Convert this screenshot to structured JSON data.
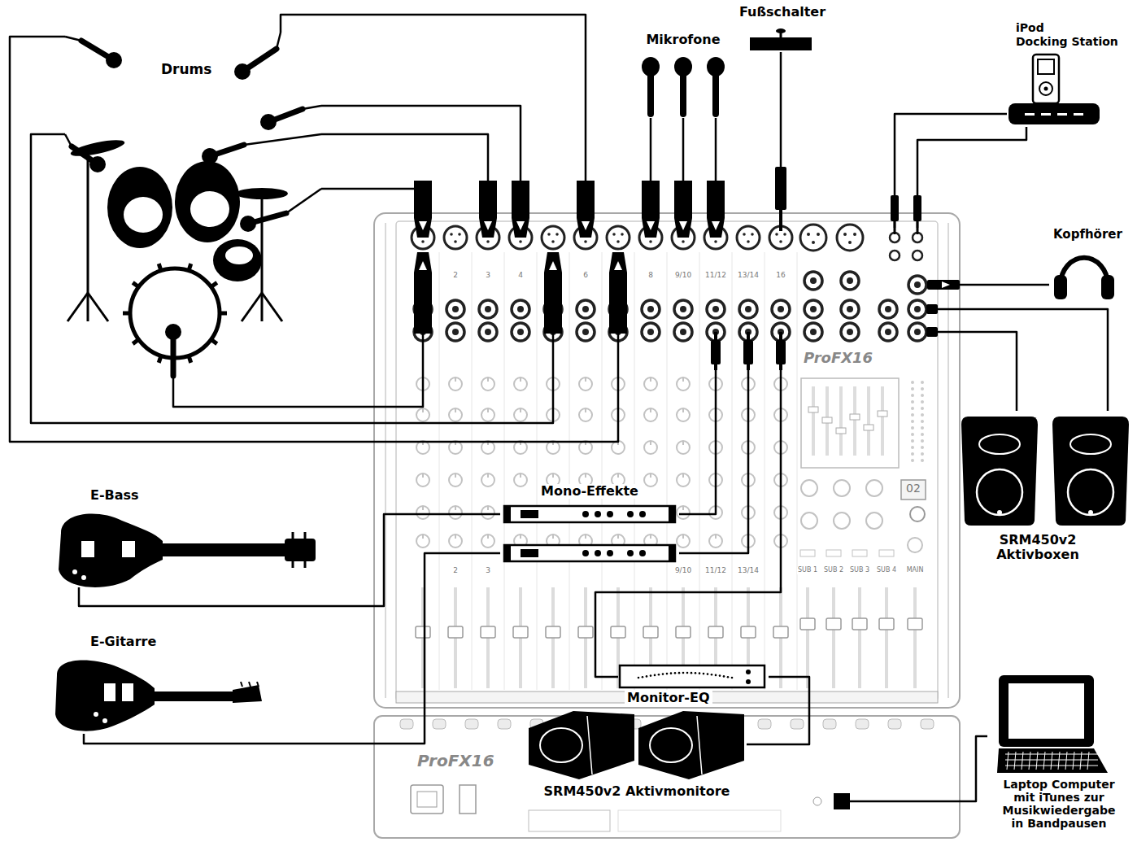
{
  "diagram": {
    "nodes": [
      {
        "text": [
          "Drums"
        ]
      },
      {
        "text": [
          "Mikrofone"
        ]
      },
      {
        "text": [
          "Fußschalter"
        ]
      },
      {
        "text": [
          "iPod",
          "Docking Station"
        ]
      },
      {
        "text": [
          "ProFX16"
        ]
      },
      {
        "text": [
          "Kopfhörer"
        ]
      },
      {
        "text": [
          "SRM450v2 Aktivboxen"
        ]
      },
      {
        "text": [
          "E-Bass"
        ]
      },
      {
        "text": [
          "Mono-Effekte"
        ]
      },
      {
        "text": [
          "E-Gitarre"
        ]
      },
      {
        "text": [
          "Monitor-EQ"
        ]
      },
      {
        "text": [
          "SRM450v2 Aktivmonitore"
        ]
      },
      {
        "text": [
          "ProFX16"
        ]
      },
      {
        "text": [
          "Laptop Computer mit iTunes zur Musikwiedergabe in Bandpausen"
        ]
      }
    ],
    "edges": [
      {
        "from": 0,
        "to": 4,
        "arrow": "none"
      },
      {
        "from": 0,
        "to": 4,
        "arrow": "none"
      },
      {
        "from": 0,
        "to": 4,
        "arrow": "none"
      },
      {
        "from": 0,
        "to": 4,
        "arrow": "none"
      },
      {
        "from": 0,
        "to": 4,
        "arrow": "none"
      },
      {
        "from": 0,
        "to": 4,
        "arrow": "none"
      },
      {
        "from": 0,
        "to": 4,
        "arrow": "none"
      },
      {
        "from": 1,
        "to": 4,
        "arrow": "none"
      },
      {
        "from": 1,
        "to": 4,
        "arrow": "none"
      },
      {
        "from": 1,
        "to": 4,
        "arrow": "none"
      },
      {
        "from": 2,
        "to": 4,
        "arrow": "none"
      },
      {
        "from": 3,
        "to": 4,
        "arrow": "none"
      },
      {
        "from": 3,
        "to": 4,
        "arrow": "none"
      },
      {
        "from": 4,
        "to": 5,
        "arrow": "none"
      },
      {
        "from": 4,
        "to": 6,
        "arrow": "none"
      },
      {
        "from": 4,
        "to": 6,
        "arrow": "none"
      },
      {
        "from": 7,
        "to": 8,
        "arrow": "none"
      },
      {
        "from": 9,
        "to": 8,
        "arrow": "none"
      },
      {
        "from": 8,
        "to": 4,
        "arrow": "none"
      },
      {
        "from": 8,
        "to": 4,
        "arrow": "none"
      },
      {
        "from": 4,
        "to": 10,
        "arrow": "none"
      },
      {
        "from": 10,
        "to": 11,
        "arrow": "none"
      },
      {
        "from": 13,
        "to": 12,
        "arrow": "none"
      }
    ],
    "labels": [
      "2",
      "3",
      "4",
      "6",
      "8",
      "9/10",
      "11/12",
      "13/14",
      "16",
      "2",
      "3",
      "9/10",
      "11/12",
      "13/14",
      "SUB 1",
      "SUB 2",
      "SUB 3",
      "SUB 4",
      "MAIN",
      "02"
    ]
  }
}
